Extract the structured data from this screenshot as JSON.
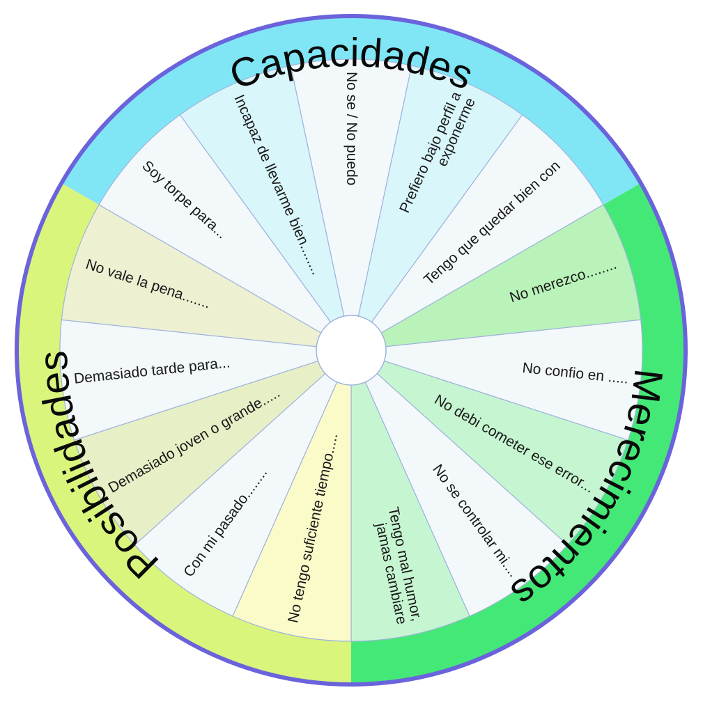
{
  "colors": {
    "outer_stroke": "#6a63dc",
    "divider": "#9fb3dc",
    "center_fill": "#ffffff"
  },
  "rings": [
    {
      "label": "Capacidades",
      "from": -60,
      "to": 60,
      "mid": 0,
      "color": "#80e6f6"
    },
    {
      "label": "Merecimientos",
      "from": 60,
      "to": 180,
      "mid": 120,
      "color": "#44e876"
    },
    {
      "label": "Posibilidades",
      "from": 180,
      "to": 300,
      "mid": 246,
      "color": "#d9f57c"
    }
  ],
  "segments": [
    {
      "lines": [
        "No se / No puedo"
      ],
      "angle": 0,
      "color": "#f3f8fb",
      "inward": true
    },
    {
      "lines": [
        "Prefiero bajo perfil a",
        "exponerme"
      ],
      "angle": 24,
      "color": "#d9f6fb",
      "inward": false
    },
    {
      "lines": [
        "Tengo que quedar bien con"
      ],
      "angle": 48,
      "color": "#f3f8fb",
      "inward": false
    },
    {
      "lines": [
        "No merezco........"
      ],
      "angle": 72,
      "color": "#b9f3b9",
      "inward": false
    },
    {
      "lines": [
        "No confio en ....."
      ],
      "angle": 96,
      "color": "#f3f8fb",
      "inward": false
    },
    {
      "lines": [
        "No debi cometer ese error..."
      ],
      "angle": 120,
      "color": "#c6f6d1",
      "inward": false
    },
    {
      "lines": [
        "No se controlar mi...."
      ],
      "angle": 144,
      "color": "#f3f8fb",
      "inward": false
    },
    {
      "lines": [
        "Tengo mal humor,",
        "jamas cambiare"
      ],
      "angle": 168,
      "color": "#c6f6d1",
      "inward": false
    },
    {
      "lines": [
        "No tengo suficiente tiempo....."
      ],
      "angle": 192,
      "color": "#fbfbc9",
      "inward": true
    },
    {
      "lines": [
        "Con mi pasado........"
      ],
      "angle": 216,
      "color": "#f3f8fb",
      "inward": true
    },
    {
      "lines": [
        "Demasiado joven o grande....."
      ],
      "angle": 240,
      "color": "#e7efc6",
      "inward": true
    },
    {
      "lines": [
        "Demasiado tarde para..."
      ],
      "angle": 264,
      "color": "#f3f8fb",
      "inward": true
    },
    {
      "lines": [
        "No vale la pena......."
      ],
      "angle": 288,
      "color": "#eef0d2",
      "inward": true
    },
    {
      "lines": [
        "Soy torpe para..."
      ],
      "angle": 312,
      "color": "#f3f8fb",
      "inward": true
    },
    {
      "lines": [
        "Incapaz de llevarme bien........"
      ],
      "angle": 336,
      "color": "#d9f6fb",
      "inward": true
    }
  ]
}
